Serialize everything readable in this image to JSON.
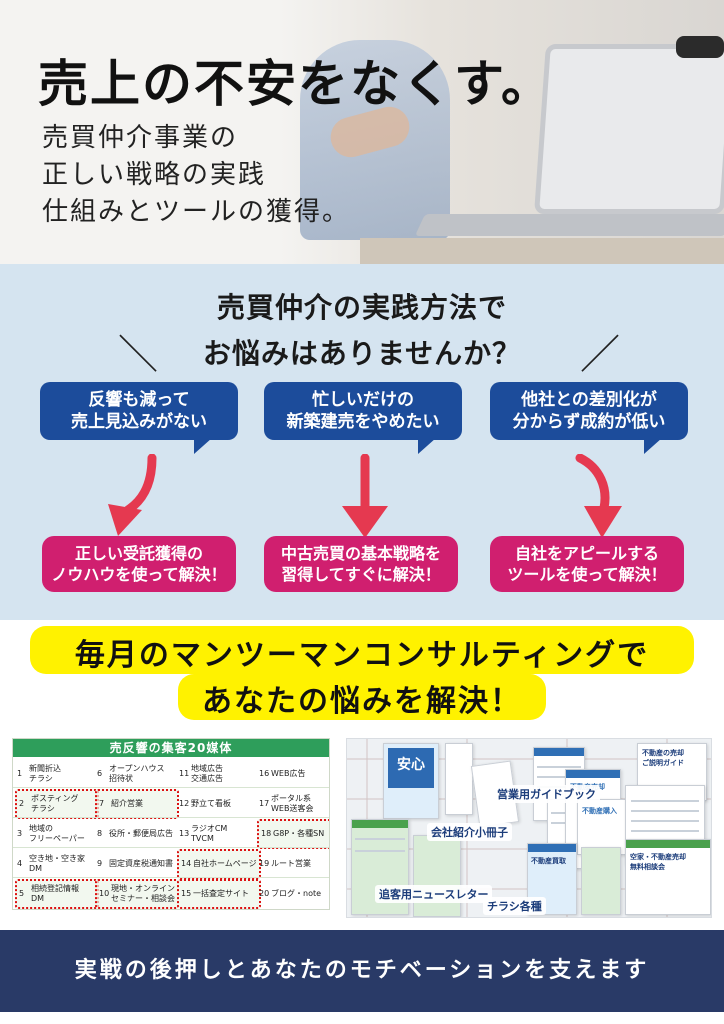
{
  "hero": {
    "title": "売上の不安をなくす。",
    "lines": [
      "売買仲介事業の",
      "正しい戦略の実践",
      "仕組みとツールの獲得。"
    ]
  },
  "problems": {
    "question_line1": "売買仲介の実践方法で",
    "question_line2": "お悩みはありませんか？",
    "slash_left": "＼",
    "slash_right": "／",
    "issues": [
      {
        "line1": "反響も減って",
        "line2": "売上見込みがない"
      },
      {
        "line1": "忙しいだけの",
        "line2": "新築建売をやめたい"
      },
      {
        "line1": "他社との差別化が",
        "line2": "分からず成約が低い"
      }
    ],
    "solutions": [
      {
        "line1": "正しい受託獲得の",
        "line2": "ノウハウを使って解決！"
      },
      {
        "line1": "中古売買の基本戦略を",
        "line2": "習得してすぐに解決！"
      },
      {
        "line1": "自社をアピールする",
        "line2": "ツールを使って解決！"
      }
    ],
    "colors": {
      "issue": "#1c4c9b",
      "solution": "#d01f6f",
      "arrow": "#e53950",
      "section_bg": "#d5e4f0"
    }
  },
  "highlight": {
    "line1": "毎月のマンツーマンコンサルティングで",
    "line2": "あなたの悩みを解決！",
    "color": "#fff200"
  },
  "media": {
    "title": "売反響の集客20媒体",
    "items": [
      {
        "num": "1",
        "label": "新聞折込\nチラシ",
        "highlight": false
      },
      {
        "num": "6",
        "label": "オープンハウス\n招待状",
        "highlight": false
      },
      {
        "num": "11",
        "label": "地域広告\n交通広告",
        "highlight": false
      },
      {
        "num": "16",
        "label": "WEB広告",
        "highlight": false
      },
      {
        "num": "2",
        "label": "ポスティング\nチラシ",
        "highlight": true
      },
      {
        "num": "7",
        "label": "紹介営業",
        "highlight": true
      },
      {
        "num": "12",
        "label": "野立て看板",
        "highlight": false
      },
      {
        "num": "17",
        "label": "ポータル系\nWEB送客会",
        "highlight": false
      },
      {
        "num": "3",
        "label": "地域の\nフリーペーパー",
        "highlight": false
      },
      {
        "num": "8",
        "label": "役所・郵便局広告",
        "highlight": false
      },
      {
        "num": "13",
        "label": "ラジオCM\nTVCM",
        "highlight": false
      },
      {
        "num": "18",
        "label": "G8P・各種SN",
        "highlight": true
      },
      {
        "num": "4",
        "label": "空き地・空き家\nDM",
        "highlight": false
      },
      {
        "num": "9",
        "label": "固定資産税通知書",
        "highlight": false
      },
      {
        "num": "14",
        "label": "自社ホームページ",
        "highlight": true
      },
      {
        "num": "19",
        "label": "ルート営業",
        "highlight": false
      },
      {
        "num": "5",
        "label": "相続登記情報\nDM",
        "highlight": true
      },
      {
        "num": "10",
        "label": "現地・オンライン\nセミナー・相談会",
        "highlight": true
      },
      {
        "num": "15",
        "label": "一括査定サイト",
        "highlight": true
      },
      {
        "num": "20",
        "label": "ブログ・note",
        "highlight": false
      }
    ]
  },
  "tools": {
    "labels": [
      "営業用ガイドブック",
      "会社紹介小冊子",
      "追客用ニュースレター",
      "チラシ各種"
    ],
    "safe_badge": "安心",
    "doc_titles": [
      "不動産売却",
      "不動産購入",
      "不動産の売却\nご説明ガイド",
      "不動産買取",
      "空家・不動産売却\n無料相談会"
    ]
  },
  "footer": {
    "text": "実戦の後押しとあなたのモチベーションを支えます",
    "bg": "#293a67"
  }
}
